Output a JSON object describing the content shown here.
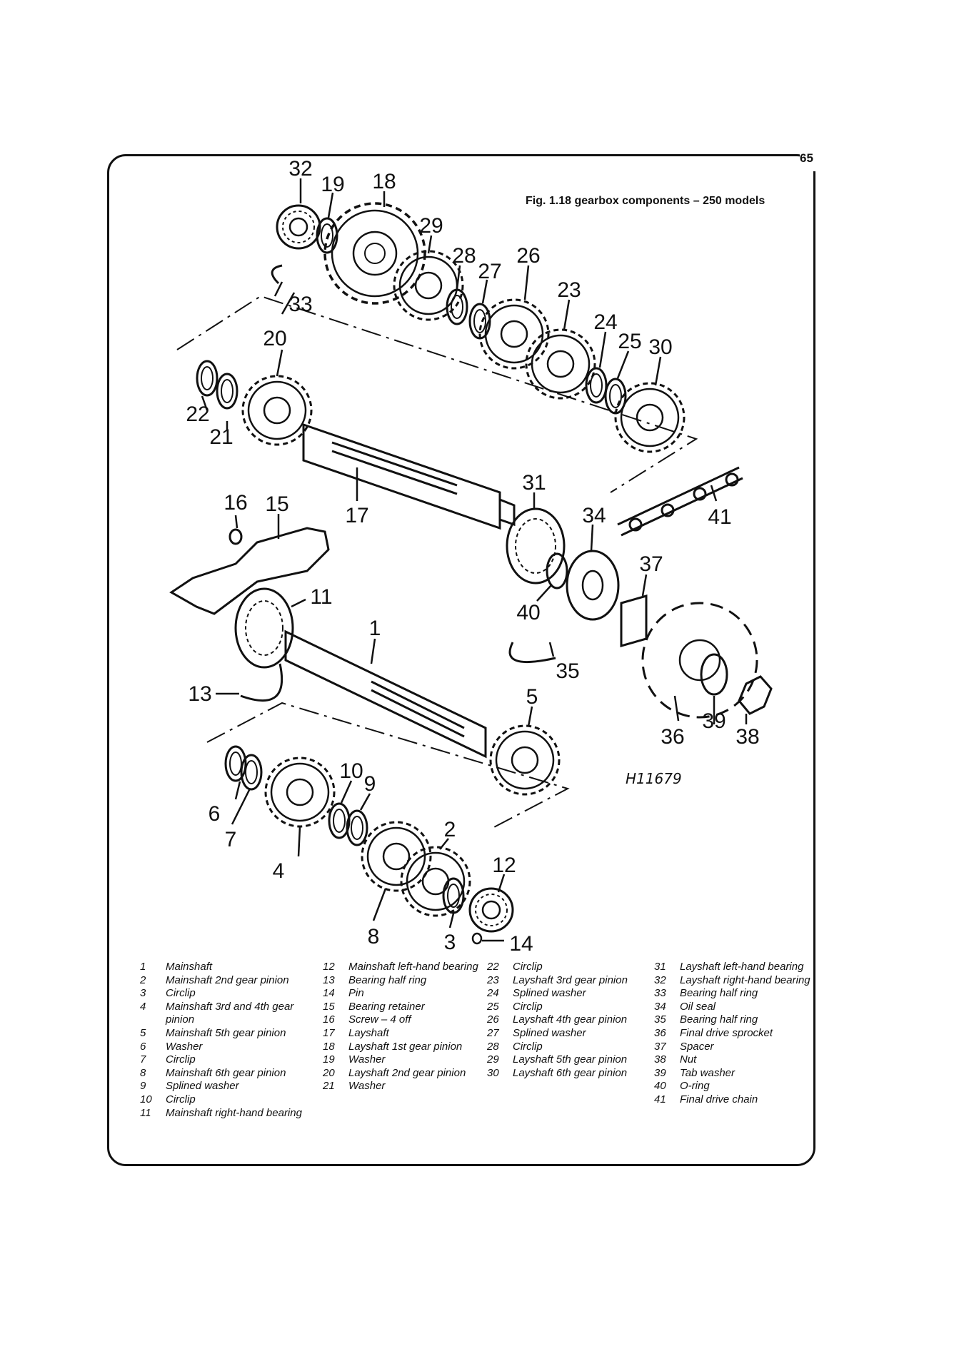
{
  "page_number": "65",
  "figure_title": "Fig. 1.18 gearbox components – 250 models",
  "reference_code": "H11679",
  "callouts": [
    "1",
    "2",
    "3",
    "4",
    "5",
    "6",
    "7",
    "8",
    "9",
    "10",
    "11",
    "12",
    "13",
    "14",
    "15",
    "16",
    "17",
    "18",
    "19",
    "20",
    "21",
    "22",
    "23",
    "24",
    "25",
    "26",
    "27",
    "28",
    "29",
    "30",
    "31",
    "32",
    "33",
    "34",
    "35",
    "36",
    "37",
    "38",
    "39",
    "40",
    "41"
  ],
  "legend": [
    [
      {
        "num": "1",
        "text": "Mainshaft"
      },
      {
        "num": "2",
        "text": "Mainshaft 2nd gear pinion"
      },
      {
        "num": "3",
        "text": "Circlip"
      },
      {
        "num": "4",
        "text": "Mainshaft 3rd and 4th gear pinion"
      },
      {
        "num": "5",
        "text": "Mainshaft 5th gear pinion"
      },
      {
        "num": "6",
        "text": "Washer"
      },
      {
        "num": "7",
        "text": "Circlip"
      },
      {
        "num": "8",
        "text": "Mainshaft 6th gear pinion"
      },
      {
        "num": "9",
        "text": "Splined washer"
      },
      {
        "num": "10",
        "text": "Circlip"
      },
      {
        "num": "11",
        "text": "Mainshaft right-hand bearing"
      }
    ],
    [
      {
        "num": "12",
        "text": "Mainshaft left-hand bearing"
      },
      {
        "num": "13",
        "text": "Bearing half ring"
      },
      {
        "num": "14",
        "text": "Pin"
      },
      {
        "num": "15",
        "text": "Bearing retainer"
      },
      {
        "num": "16",
        "text": "Screw – 4 off"
      },
      {
        "num": "17",
        "text": "Layshaft"
      },
      {
        "num": "18",
        "text": "Layshaft 1st gear pinion"
      },
      {
        "num": "19",
        "text": "Washer"
      },
      {
        "num": "20",
        "text": "Layshaft 2nd gear pinion"
      },
      {
        "num": "21",
        "text": "Washer"
      }
    ],
    [
      {
        "num": "22",
        "text": "Circlip"
      },
      {
        "num": "23",
        "text": "Layshaft 3rd gear pinion"
      },
      {
        "num": "24",
        "text": "Splined washer"
      },
      {
        "num": "25",
        "text": "Circlip"
      },
      {
        "num": "26",
        "text": "Layshaft 4th gear pinion"
      },
      {
        "num": "27",
        "text": "Splined washer"
      },
      {
        "num": "28",
        "text": "Circlip"
      },
      {
        "num": "29",
        "text": "Layshaft 5th gear pinion"
      },
      {
        "num": "30",
        "text": "Layshaft 6th gear pinion"
      }
    ],
    [
      {
        "num": "31",
        "text": "Layshaft left-hand bearing"
      },
      {
        "num": "32",
        "text": "Layshaft right-hand bearing"
      },
      {
        "num": "33",
        "text": "Bearing half ring"
      },
      {
        "num": "34",
        "text": "Oil seal"
      },
      {
        "num": "35",
        "text": "Bearing half ring"
      },
      {
        "num": "36",
        "text": "Final drive sprocket"
      },
      {
        "num": "37",
        "text": "Spacer"
      },
      {
        "num": "38",
        "text": "Nut"
      },
      {
        "num": "39",
        "text": "Tab washer"
      },
      {
        "num": "40",
        "text": "O-ring"
      },
      {
        "num": "41",
        "text": "Final drive chain"
      }
    ]
  ]
}
